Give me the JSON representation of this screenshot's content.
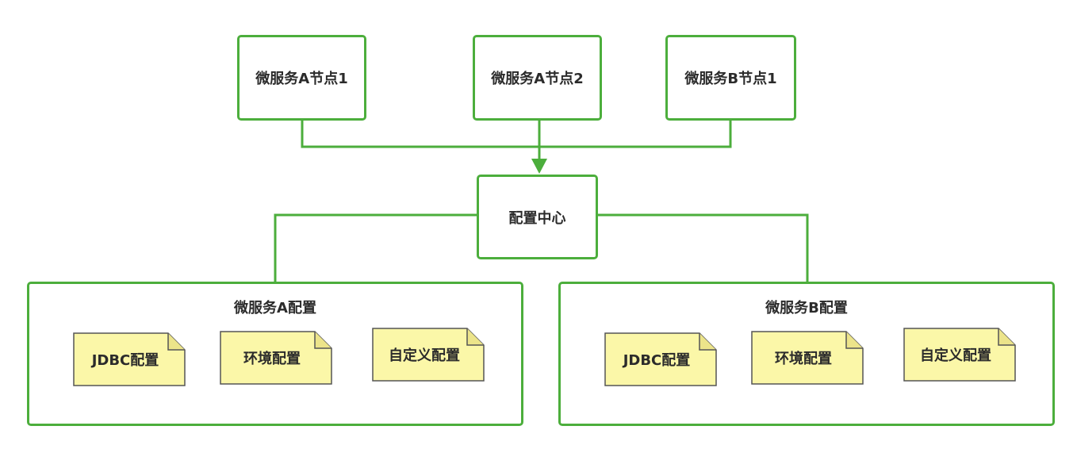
{
  "nodes": {
    "service_a_node1": "微服务A节点1",
    "service_a_node2": "微服务A节点2",
    "service_b_node1": "微服务B节点1",
    "config_center": "配置中心"
  },
  "groups": [
    {
      "title": "微服务A配置",
      "notes": [
        "JDBC配置",
        "环境配置",
        "自定义配置"
      ]
    },
    {
      "title": "微服务B配置",
      "notes": [
        "JDBC配置",
        "环境配置",
        "自定义配置"
      ]
    }
  ],
  "colors": {
    "border": "#4cae3c",
    "note_fill": "#fbf7a8",
    "note_stroke": "#555555",
    "text": "#2b2b2b"
  }
}
